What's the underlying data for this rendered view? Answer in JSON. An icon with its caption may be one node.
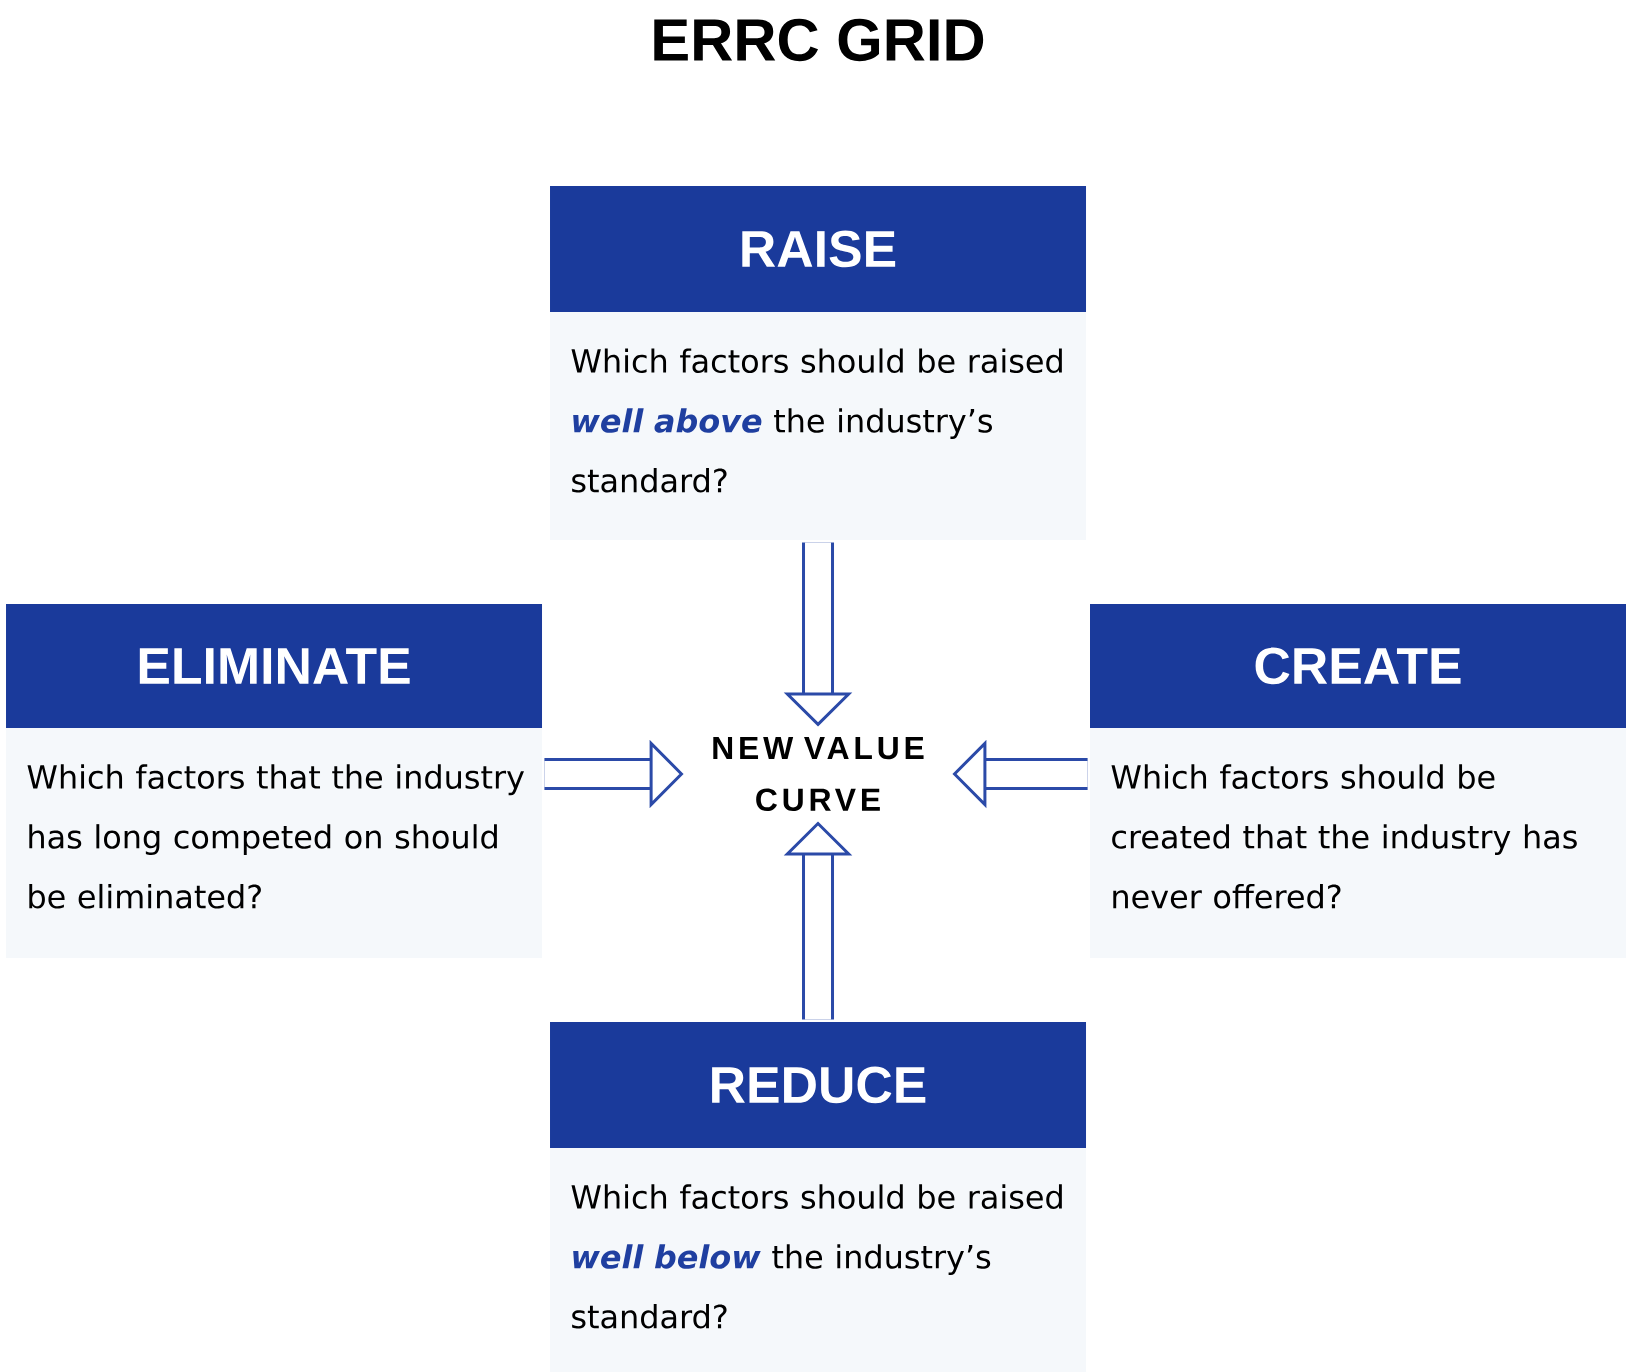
{
  "diagram": {
    "title": "ERRC GRID",
    "nodes": [
      {
        "text": [
          "RAISE",
          "Which factors should be raised *well above* the industry’s standard?"
        ]
      },
      {
        "text": [
          "ELIMINATE",
          "Which factors that the industry has long competed on should be eliminated?"
        ]
      },
      {
        "text": [
          "NEW VALUE CURVE"
        ]
      },
      {
        "text": [
          "CREATE",
          "Which factors should be created that the industry has never offered?"
        ]
      },
      {
        "text": [
          "REDUCE",
          "Which factors should be raised *well below* the industry’s standard?"
        ]
      }
    ],
    "edges": [
      {
        "from": 0,
        "to": 2,
        "arrow": "to"
      },
      {
        "from": 1,
        "to": 2,
        "arrow": "to"
      },
      {
        "from": 3,
        "to": 2,
        "arrow": "to"
      },
      {
        "from": 4,
        "to": 2,
        "arrow": "to"
      }
    ]
  }
}
